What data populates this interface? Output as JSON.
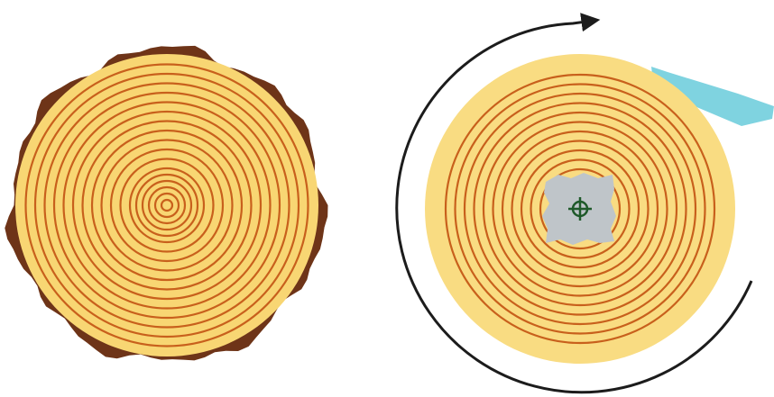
{
  "diagram": {
    "panels": [
      {
        "name": "log-cross-section",
        "depicts": "tree-trunk-cross-section",
        "features": [
          "bark-edge",
          "growth-rings",
          "pith"
        ]
      },
      {
        "name": "rotary-peeling",
        "depicts": "log-rotating-against-veneer-knife",
        "features": [
          "growth-rings",
          "chuck-center",
          "veneer-blade",
          "rotation-arrow"
        ],
        "rotation_direction": "clockwise"
      }
    ],
    "colors": {
      "wood": "#f8d673",
      "wood_outer": "#f9dc82",
      "ring": "#c8601c",
      "bark": "#6e3418",
      "chuck": "#bfc5c9",
      "chuck_mark": "#1f5a2a",
      "blade": "#7fd3e0",
      "arrow": "#1c1c1c"
    }
  }
}
